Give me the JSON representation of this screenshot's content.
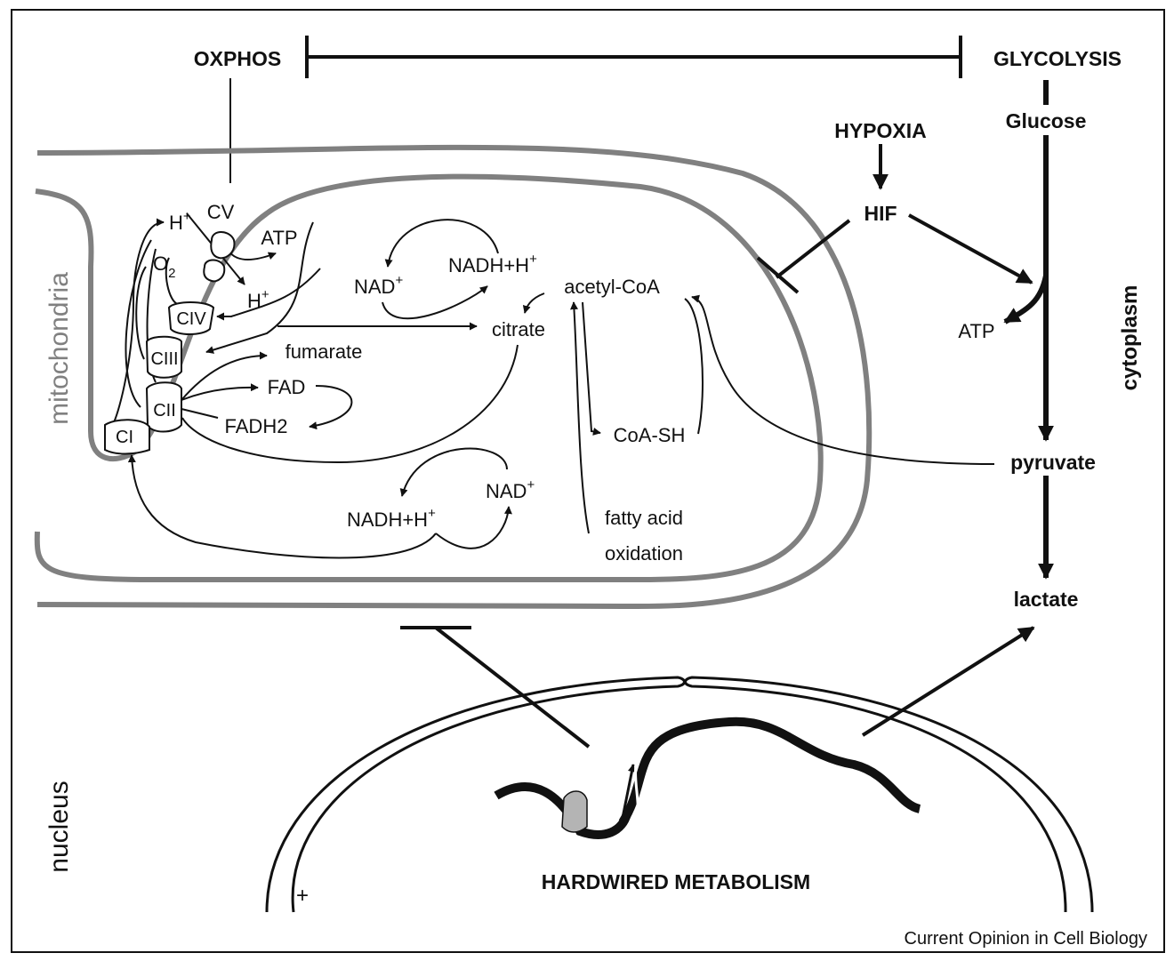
{
  "labels": {
    "oxphos": "OXPHOS",
    "glycolysis": "GLYCOLYSIS",
    "hypoxia": "HYPOXIA",
    "hif": "HIF",
    "glucose": "Glucose",
    "atp_cyto": "ATP",
    "pyruvate": "pyruvate",
    "lactate": "lactate",
    "cytoplasm": "cytoplasm",
    "mitochondria": "mitochondria",
    "nucleus": "nucleus",
    "hardwired": "HARDWIRED METABOLISM",
    "plus": "+",
    "credit": "Current Opinion in Cell Biology",
    "h_top": "H",
    "h_top_sup": "+",
    "cv": "CV",
    "atp_mito": "ATP",
    "o2": "O",
    "o2_sub": "2",
    "h_mid": "H",
    "h_mid_sup": "+",
    "civ": "CIV",
    "ciii": "CIII",
    "cii": "CII",
    "ci": "CI",
    "nad1": "NAD",
    "nad1_sup": "+",
    "nadh1": "NADH+H",
    "nadh1_sup": "+",
    "acetylcoa": "acetyl-CoA",
    "citrate": "citrate",
    "fumarate": "fumarate",
    "fad": "FAD",
    "fadh2": "FADH2",
    "coash": "CoA-SH",
    "nadh2": "NADH+H",
    "nadh2_sup": "+",
    "nad2": "NAD",
    "nad2_sup": "+",
    "fatty1": "fatty acid",
    "fatty2": "oxidation"
  },
  "colors": {
    "ink": "#111111",
    "membrane": "#808080",
    "protein": "#b4b4b4"
  }
}
